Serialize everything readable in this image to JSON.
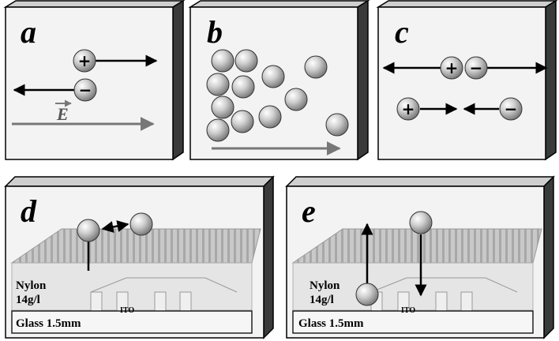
{
  "panels": {
    "a": {
      "letter": "a",
      "field_label": "E",
      "positive_sign": "+",
      "negative_sign": "−"
    },
    "b": {
      "letter": "b"
    },
    "c": {
      "letter": "c",
      "positive_sign": "+",
      "negative_sign": "−"
    },
    "d": {
      "letter": "d",
      "layer_nylon_line1": "Nylon",
      "layer_nylon_line2": "14g/l",
      "layer_ito": "ITO",
      "layer_glass": "Glass 1.5mm"
    },
    "e": {
      "letter": "e",
      "layer_nylon_line1": "Nylon",
      "layer_nylon_line2": "14g/l",
      "layer_ito": "ITO",
      "layer_glass": "Glass 1.5mm"
    }
  },
  "colors": {
    "box_face": "#f3f3f3",
    "box_side": "#3a3a3a",
    "box_top": "#d0d0d0",
    "arrow_black": "#000000",
    "arrow_gray": "#777777",
    "ridge": "#b8b8b8"
  }
}
